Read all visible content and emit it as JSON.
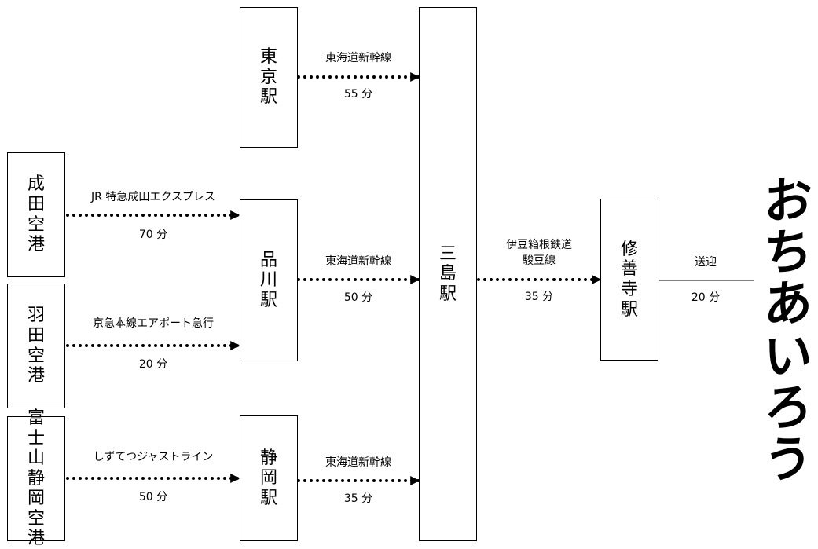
{
  "stations": {
    "tokyo": "東京駅",
    "shinagawa": "品川駅",
    "shizuoka": "静岡駅",
    "mishima": "三島駅",
    "shuzenji": "修善寺駅"
  },
  "airports": {
    "narita": "成田空港",
    "haneda": "羽田空港",
    "fuji_shizuoka": "富士山静岡空港"
  },
  "routes": {
    "tokyo_mishima": {
      "line": "東海道新幹線",
      "time": "55 分"
    },
    "shinagawa_mishima": {
      "line": "東海道新幹線",
      "time": "50 分"
    },
    "shizuoka_mishima": {
      "line": "東海道新幹線",
      "time": "35 分"
    },
    "narita_shinagawa": {
      "line": "JR 特急成田エクスプレス",
      "time": "70 分"
    },
    "haneda_shinagawa": {
      "line": "京急本線エアポート急行",
      "time": "20 分"
    },
    "fuji_shizuoka": {
      "line": "しずてつジャストライン",
      "time": "50 分"
    },
    "mishima_shuzenji": {
      "line_1": "伊豆箱根鉄道",
      "line_2": "駿豆線",
      "time": "35 分"
    },
    "shuzenji_hotel": {
      "line": "送迎",
      "time": "20 分"
    }
  },
  "logo": {
    "text": "おちあいろう",
    "glyphs": [
      "お",
      "ち",
      "あ",
      "い",
      "ろ",
      "う"
    ]
  }
}
